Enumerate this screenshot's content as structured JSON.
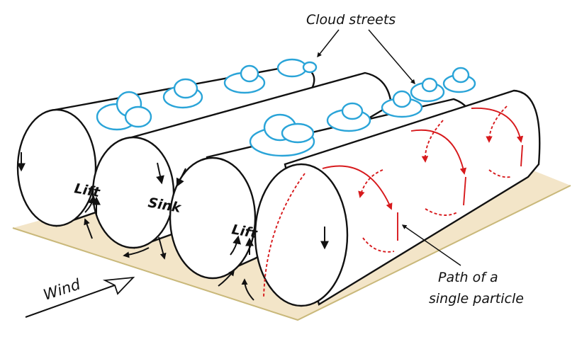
{
  "labels": {
    "cloud_streets": "Cloud streets",
    "lift_1": "Lift",
    "sink": "Sink",
    "lift_2": "Lift",
    "wind": "Wind",
    "particle_line1": "Path of a",
    "particle_line2": "single particle"
  },
  "colors": {
    "ground": "#f3e5c8",
    "ground_edge": "#c9b87a",
    "cloud": "#2aa4d8",
    "particle_path": "#d7191c",
    "outline": "#111111"
  }
}
